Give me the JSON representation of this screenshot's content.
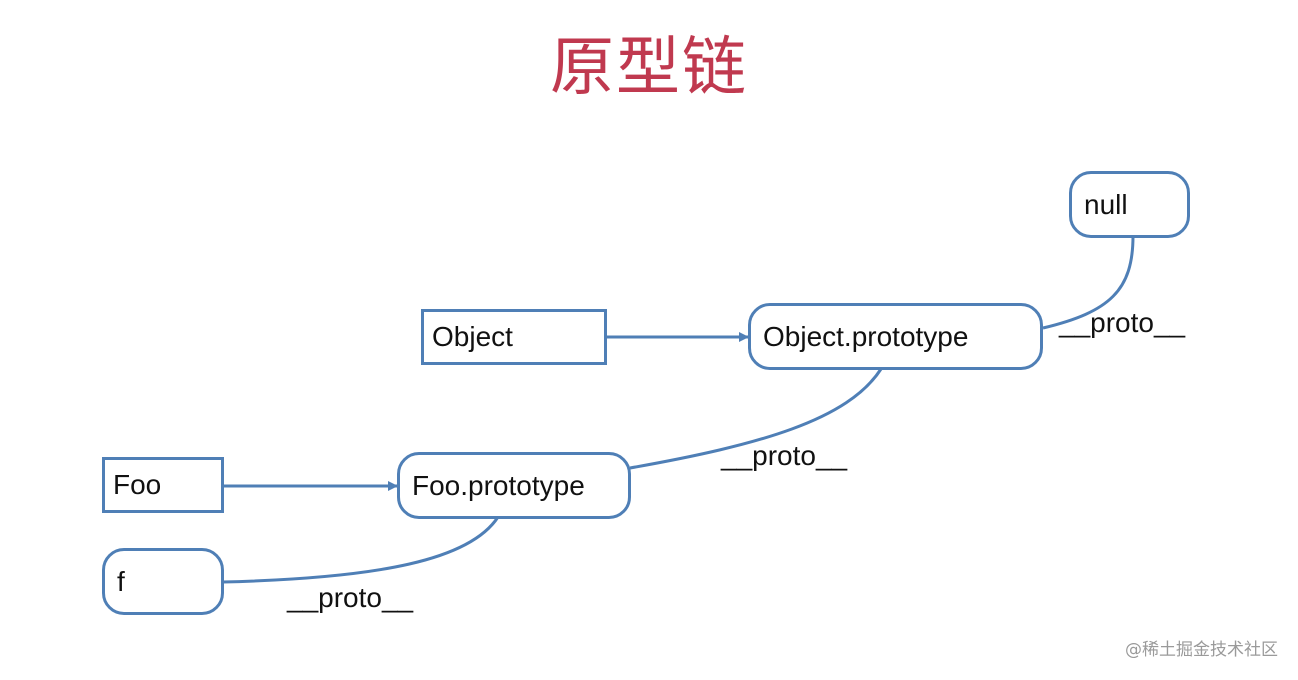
{
  "title": "原型链",
  "nodes": {
    "object": "Object",
    "object_prototype": "Object.prototype",
    "null": "null",
    "foo": "Foo",
    "foo_prototype": "Foo.prototype",
    "f": "f"
  },
  "edge_labels": {
    "object_prototype_to_null": "__proto__",
    "foo_prototype_to_object_prototype": "__proto__",
    "f_to_foo_prototype": "__proto__"
  },
  "watermark": "@稀土掘金技术社区",
  "colors": {
    "title": "#c0394f",
    "stroke": "#4f7fb6"
  }
}
